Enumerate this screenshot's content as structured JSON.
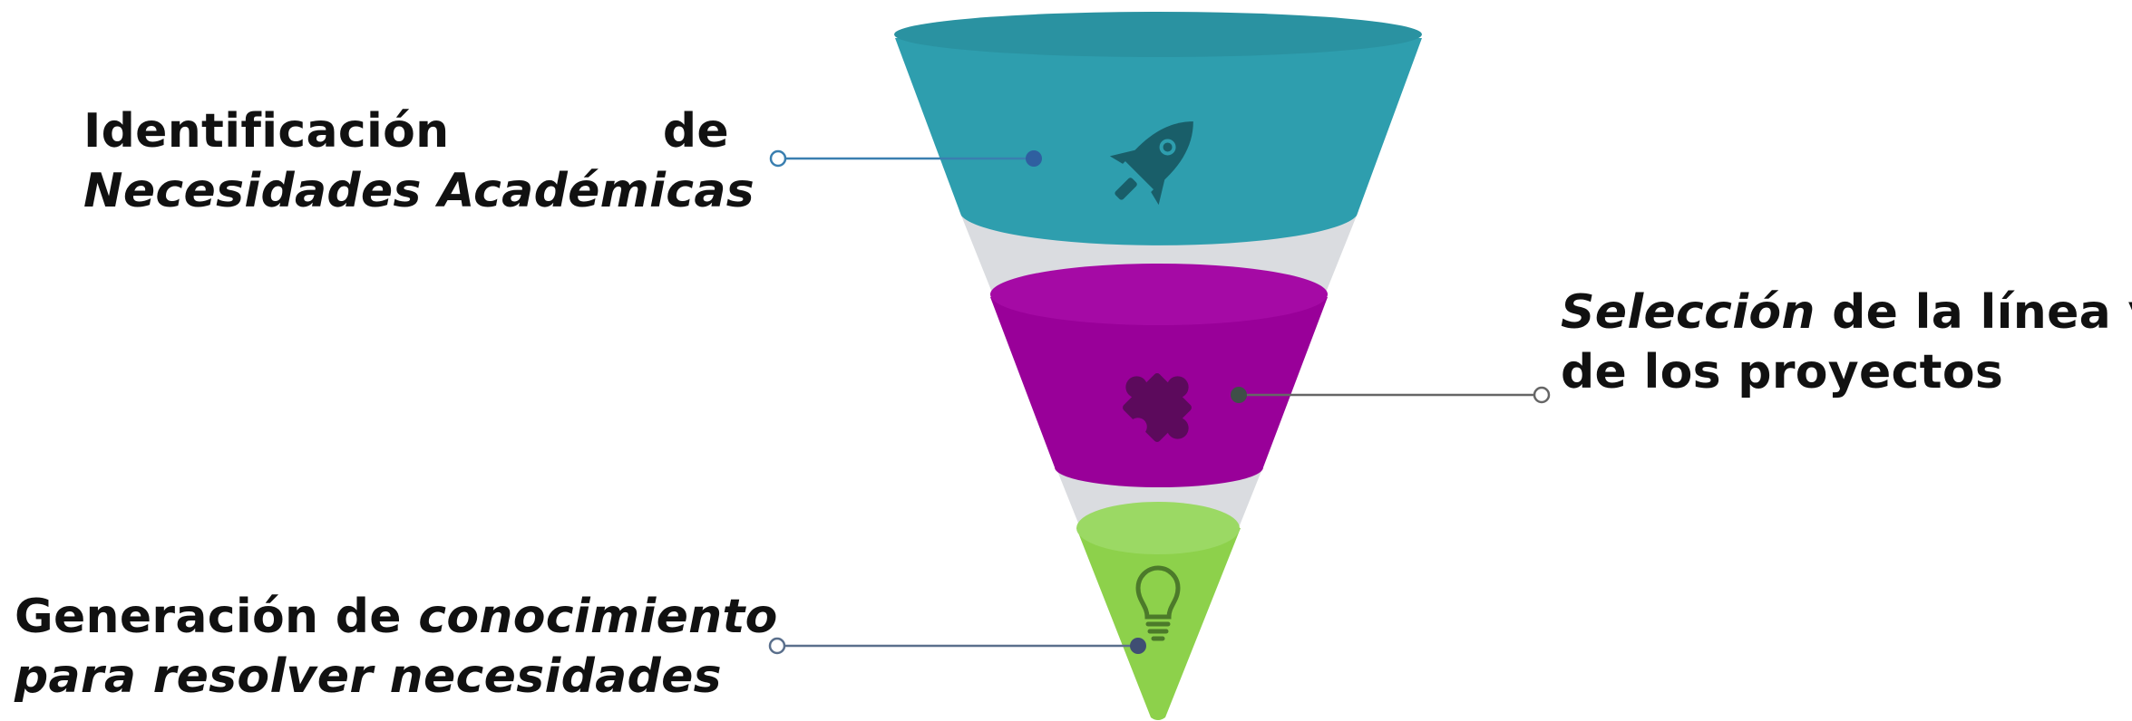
{
  "stages": [
    {
      "label_word1": "Identificación",
      "label_word2": "de",
      "label_italic": "Necesidades Académicas",
      "color": "#2E9EAE",
      "rim_color": "#2A92A1",
      "icon": "rocket-icon",
      "icon_color": "#195E69"
    },
    {
      "label_italic": "Selección",
      "label_rest_line1": " de la línea y",
      "label_line2": "de los proyectos",
      "color": "#990099",
      "rim_color": "#A50AA5",
      "icon": "puzzle-piece-icon",
      "icon_color": "#5C0A5C"
    },
    {
      "label_plain": "Generación de ",
      "label_italic_line1": "conocimiento",
      "label_italic_line2": "para resolver necesidades",
      "color": "#8DD14B",
      "rim_color": "#9BD964",
      "icon": "lightbulb-icon",
      "icon_color": "#4C7A2A"
    }
  ],
  "connector_color": "#5A6F8C",
  "gap_color": "#DADCE0"
}
